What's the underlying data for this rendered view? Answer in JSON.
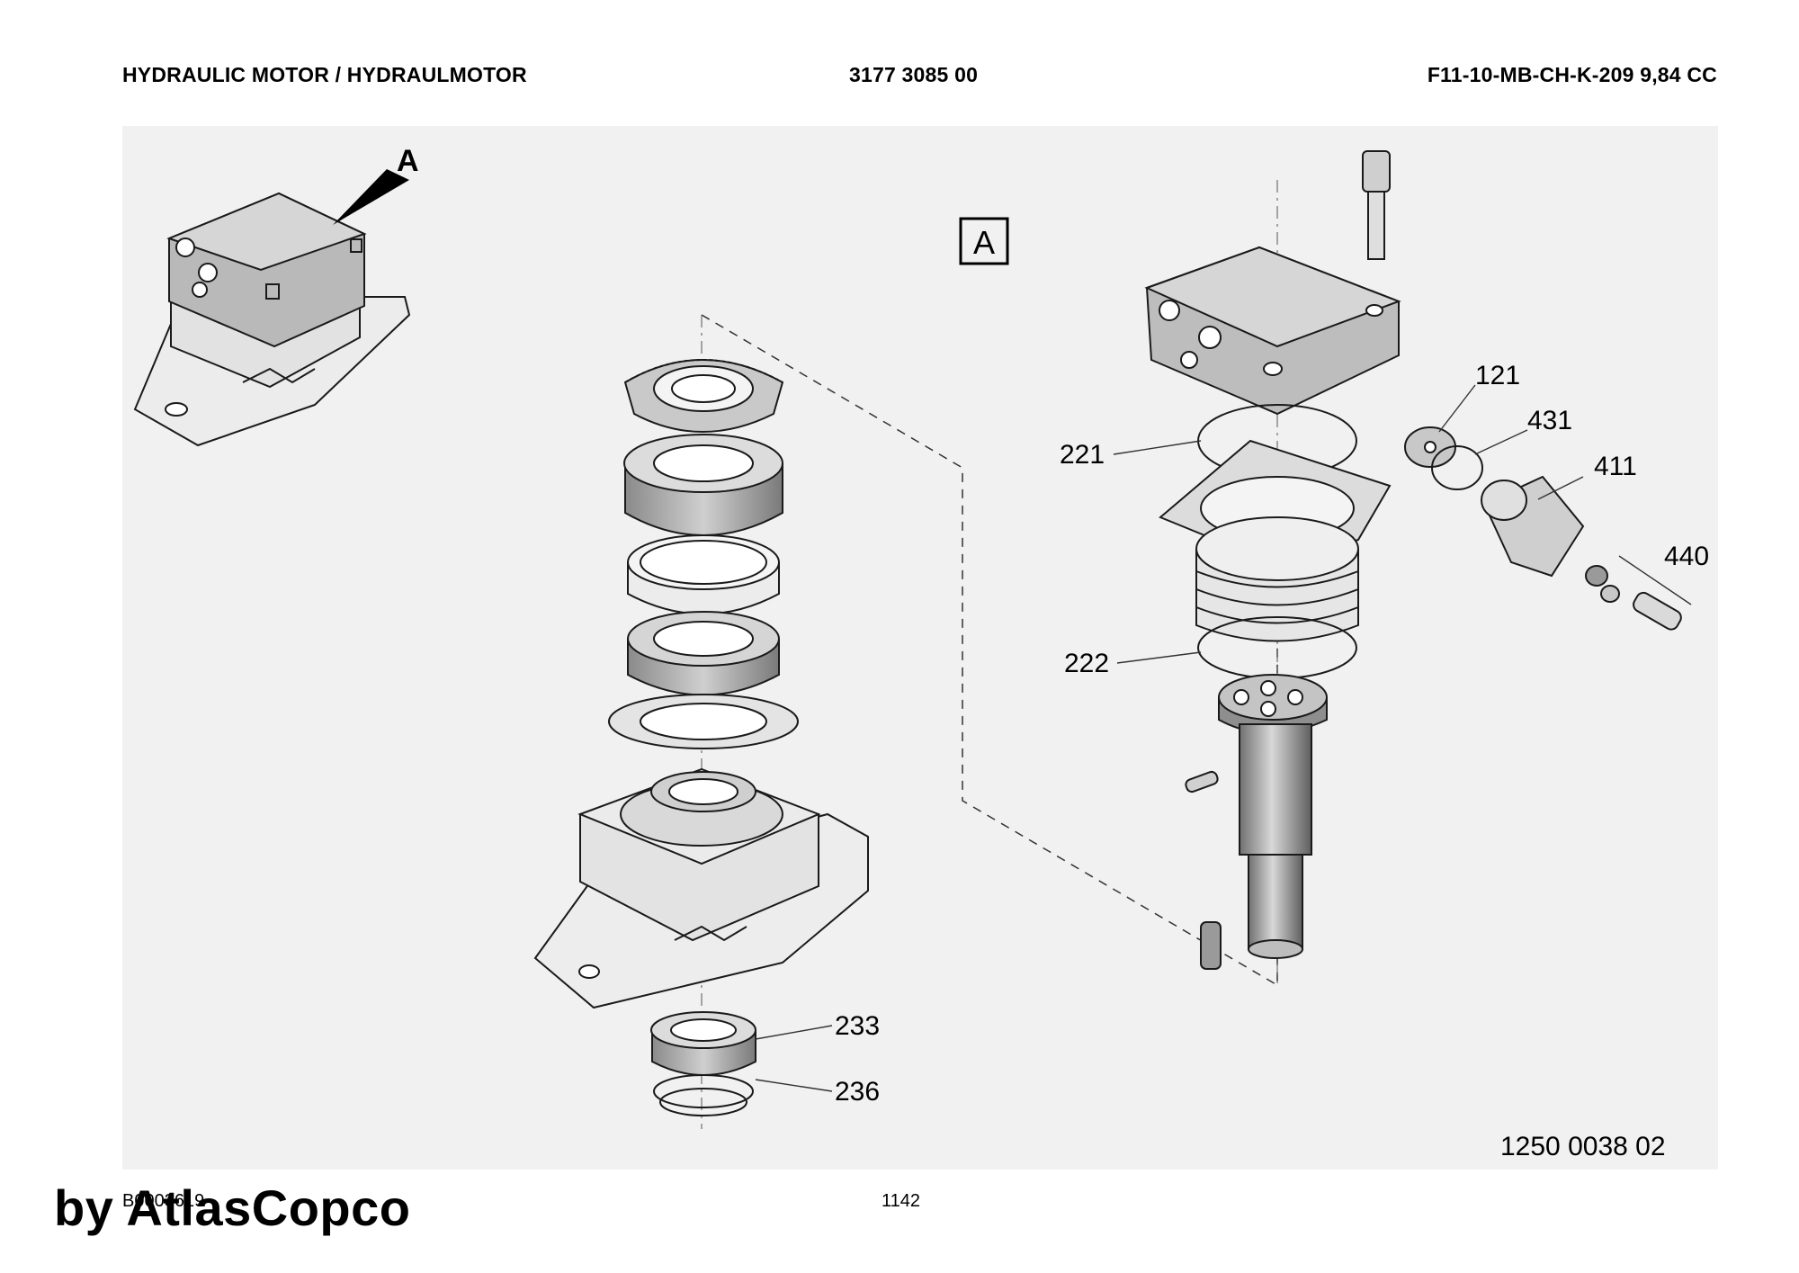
{
  "header": {
    "title": "HYDRAULIC MOTOR / HYDRAULMOTOR",
    "part_number": "3177 3085 00",
    "model": "F11-10-MB-CH-K-209 9,84 CC"
  },
  "view_marker": "A",
  "detail_box_label": "A",
  "callouts": {
    "c121": "121",
    "c431": "431",
    "c411": "411",
    "c440": "440",
    "c221": "221",
    "c222": "222",
    "c233": "233",
    "c236": "236"
  },
  "drawing_number": "1250 0038 02",
  "footer": {
    "code": "B0003619",
    "page": "1142",
    "watermark": "by AtlasCopco"
  },
  "colors": {
    "background": "#f1f1f1",
    "part_fill": "#e0e0e0",
    "part_dark": "#9a9a9a",
    "line": "#1a1a1a"
  }
}
